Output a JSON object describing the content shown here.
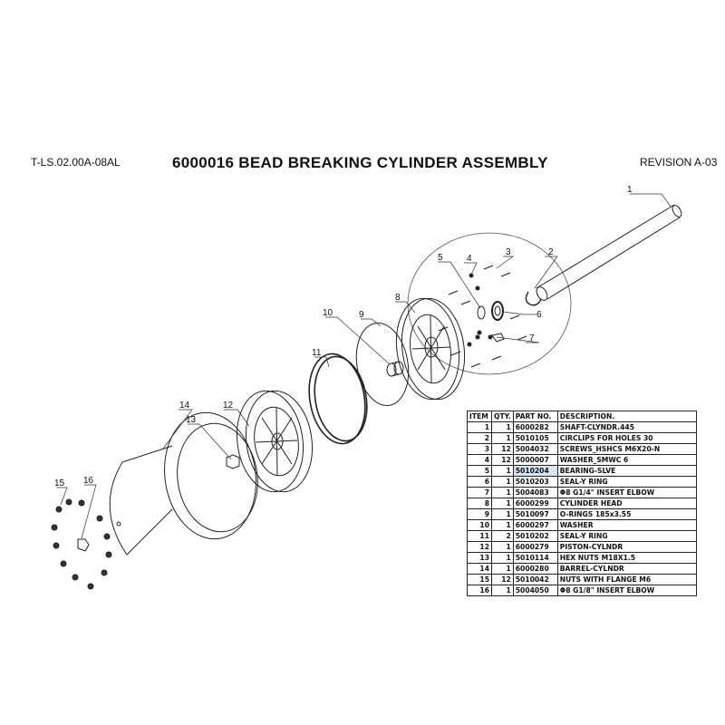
{
  "header": {
    "doc_code": "T-LS.02.00A-08AL",
    "title": "6000016  BEAD BREAKING CYLINDER ASSEMBLY",
    "revision": "REVISION A-03"
  },
  "callouts": [
    "1",
    "2",
    "3",
    "4",
    "5",
    "6",
    "7",
    "8",
    "9",
    "10",
    "11",
    "12",
    "13",
    "14",
    "15",
    "16"
  ],
  "bom": {
    "columns": [
      "ITEM",
      "QTY.",
      "PART NO.",
      "DESCRIPTION."
    ],
    "highlight_color": "#d6e6f2",
    "rows": [
      {
        "item": "1",
        "qty": "1",
        "part": "6000282",
        "desc": "SHAFT-CLYNDR.445"
      },
      {
        "item": "2",
        "qty": "1",
        "part": "5010105",
        "desc": "CIRCLIPS FOR  HOLES 30"
      },
      {
        "item": "3",
        "qty": "12",
        "part": "5004032",
        "desc": "SCREWS_HSHCS M6X20-N"
      },
      {
        "item": "4",
        "qty": "12",
        "part": "5000007",
        "desc": " WASHER_SMWC 6"
      },
      {
        "item": "5",
        "qty": "1",
        "part": "5010204",
        "desc": "BEARING-SLVE",
        "highlight": true
      },
      {
        "item": "6",
        "qty": "1",
        "part": "5010203",
        "desc": "SEAL-Y RING"
      },
      {
        "item": "7",
        "qty": "1",
        "part": "5004083",
        "desc": "Φ8 G1/4\"  INSERT ELBOW"
      },
      {
        "item": "8",
        "qty": "1",
        "part": "6000299",
        "desc": "CYLINDER HEAD"
      },
      {
        "item": "9",
        "qty": "1",
        "part": "5010097",
        "desc": " O-RINGS 185x3.55"
      },
      {
        "item": "10",
        "qty": "1",
        "part": "6000297",
        "desc": "WASHER"
      },
      {
        "item": "11",
        "qty": "2",
        "part": "5010202",
        "desc": "SEAL-Y RING"
      },
      {
        "item": "12",
        "qty": "1",
        "part": "6000279",
        "desc": "PISTON-CYLNDR"
      },
      {
        "item": "13",
        "qty": "1",
        "part": "5010114",
        "desc": "HEX NUTS  M18X1.5"
      },
      {
        "item": "14",
        "qty": "1",
        "part": "6000280",
        "desc": "BARREL-CYLNDR"
      },
      {
        "item": "15",
        "qty": "12",
        "part": "5010042",
        "desc": " NUTS WITH FLANGE M6"
      },
      {
        "item": "16",
        "qty": "1",
        "part": "5004050",
        "desc": "Φ8 G1/8\"  INSERT ELBOW"
      }
    ]
  }
}
